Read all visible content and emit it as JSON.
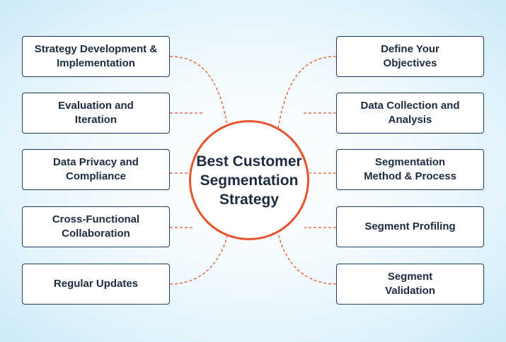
{
  "center": {
    "title": "Best Customer\nSegmentation\nStrategy"
  },
  "left_items": [
    {
      "label": "Strategy Development &\nImplementation"
    },
    {
      "label": "Evaluation and\nIteration"
    },
    {
      "label": "Data Privacy and\nCompliance"
    },
    {
      "label": "Cross-Functional\nCollaboration"
    },
    {
      "label": "Regular Updates"
    }
  ],
  "right_items": [
    {
      "label": "Define Your\nObjectives"
    },
    {
      "label": "Data Collection and\nAnalysis"
    },
    {
      "label": "Segmentation\nMethod & Process"
    },
    {
      "label": "Segment Profiling"
    },
    {
      "label": "Segment\nValidation"
    }
  ],
  "colors": {
    "accent": "#e8532d",
    "box_border": "#1a3c6e",
    "text": "#1d2b3f"
  }
}
